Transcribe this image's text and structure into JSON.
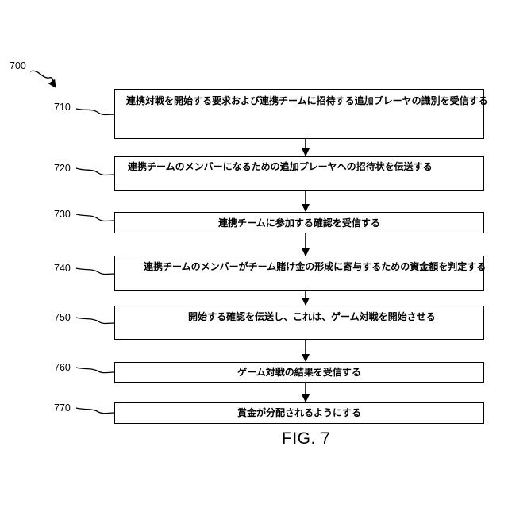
{
  "figure": {
    "reference": "700",
    "caption": "FIG. 7"
  },
  "steps": [
    {
      "ref": "710",
      "text": "連携対戦を開始する要求および連携チームに招待する追加プレーヤの識別を受信する"
    },
    {
      "ref": "720",
      "text": "連携チームのメンバーになるための追加プレーヤへの招待状を伝送する"
    },
    {
      "ref": "730",
      "text": "連携チームに参加する確認を受信する"
    },
    {
      "ref": "740",
      "text": "連携チームのメンバーがチーム賭け金の形成に寄与するための資金額を判定する"
    },
    {
      "ref": "750",
      "text": "開始する確認を伝送し、これは、ゲーム対戦を開始させる"
    },
    {
      "ref": "760",
      "text": "ゲーム対戦の結果を受信する"
    },
    {
      "ref": "770",
      "text": "賞金が分配されるようにする"
    }
  ]
}
